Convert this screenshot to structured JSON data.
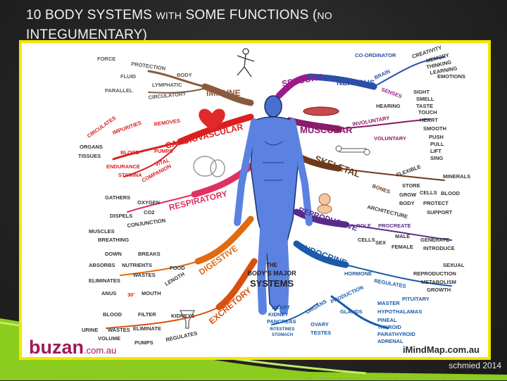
{
  "slide": {
    "title_main_1": "10 BODY SYSTEMS",
    "title_small": "WITH",
    "title_main_2": "SOME FUNCTIONS (",
    "title_small_2": "NO",
    "title_line2": "INTEGUMENTARY)"
  },
  "mindmap": {
    "center_lines": [
      "THE",
      "BODY'S MAJOR",
      "SYSTEMS"
    ],
    "immune": {
      "label": "IMMUNE",
      "color": "#8a5a3c",
      "words": [
        "FORCE",
        "PROTECTION",
        "BODY",
        "FLUID",
        "LYMPHATIC",
        "PARALLEL",
        "CIRCULATORY"
      ]
    },
    "cardio": {
      "label": "CARDIOVASCULAR",
      "color": "#d92020",
      "words": [
        "CIRCULATES",
        "IMPURITIES",
        "REMOVES",
        "ORGANS",
        "TISSUES",
        "BLOOD",
        "PUMPS",
        "ENDURANCE",
        "VITAL",
        "STAMINA",
        "COMPANION"
      ]
    },
    "resp": {
      "label": "RESPIRATORY",
      "color": "#e03060",
      "words": [
        "GATHERS",
        "OXYGEN",
        "DISPELS",
        "CO2",
        "CONJUNCTION",
        "MUSCLES",
        "BREATHING"
      ]
    },
    "digest": {
      "label": "DIGESTIVE",
      "color": "#e06a10",
      "words": [
        "DOWN",
        "BREAKS",
        "ABSORBS",
        "NUTRIENTS",
        "FOOD",
        "ELIMINATES",
        "WASTES",
        "LENGTH",
        "ANUS",
        "30'",
        "MOUTH"
      ]
    },
    "excret": {
      "label": "EXCRETORY",
      "color": "#d85010",
      "words": [
        "BLOOD",
        "FILTER",
        "KIDNEYS",
        "URINE",
        "WASTES",
        "ELIMINATE",
        "VOLUME",
        "PUMPS",
        "REGULATES"
      ]
    },
    "sensory": {
      "label": "SENSORY",
      "color": "#9a1a8a",
      "words": [
        "SIGHT",
        "SMELL",
        "TASTE",
        "TOUCH",
        "HEARING",
        "SENSES"
      ]
    },
    "nervous": {
      "label": "NERVOUS",
      "color": "#2c4fa8",
      "words": [
        "CO-ORDINATOR",
        "BRAIN",
        "CREATIVITY",
        "MEMORY",
        "THINKING",
        "LEARNING",
        "EMOTIONS"
      ]
    },
    "muscular": {
      "label": "MUSCULAR",
      "color": "#8a1a6a",
      "words": [
        "INVOLUNTARY",
        "HEART",
        "SMOOTH",
        "VOLUNTARY",
        "PUSH",
        "PULL",
        "LIFT",
        "SING"
      ]
    },
    "skeletal": {
      "label": "SKELETAL",
      "color": "#6b3a1a",
      "words": [
        "BONES",
        "FLEXIBLE",
        "STORE",
        "MINERALS",
        "GROW",
        "CELLS",
        "BLOOD",
        "BODY",
        "PROTECT",
        "ARCHITECTURE",
        "SUPPORT"
      ]
    },
    "repro": {
      "label": "REPRODUCTIVE",
      "color": "#5a2a8a",
      "words": [
        "ROLE",
        "PROCREATE",
        "MALE",
        "CELLS",
        "SEX",
        "FEMALE",
        "GENERATE",
        "INTRODUCE"
      ]
    },
    "endo": {
      "label": "ENDOCRINE",
      "color": "#1a5aa8",
      "words": [
        "HORMONE",
        "REGULATES",
        "SEXUAL",
        "REPRODUCTION",
        "METABOLISM",
        "GROWTH",
        "PRODUCTION",
        "MASTER",
        "PITUITARY",
        "ORGANS",
        "GLANDS",
        "HYPOTHALAMAS",
        "PINEAL",
        "THYROID",
        "PARATHYROID",
        "ADRENAL",
        "HEART",
        "KIDNEY",
        "PANCREAS",
        "INTESTINES",
        "STOMACH",
        "OVARY",
        "TESTES"
      ]
    }
  },
  "footer": {
    "left_brand": "buzan",
    "left_suffix": ".com.au",
    "right_brand": "iMindMap.com.au"
  },
  "credit": "schmied 2014",
  "colors": {
    "frame": "#f3e600",
    "swoosh": "#8ccc1e",
    "background": "#2a2a2a"
  }
}
